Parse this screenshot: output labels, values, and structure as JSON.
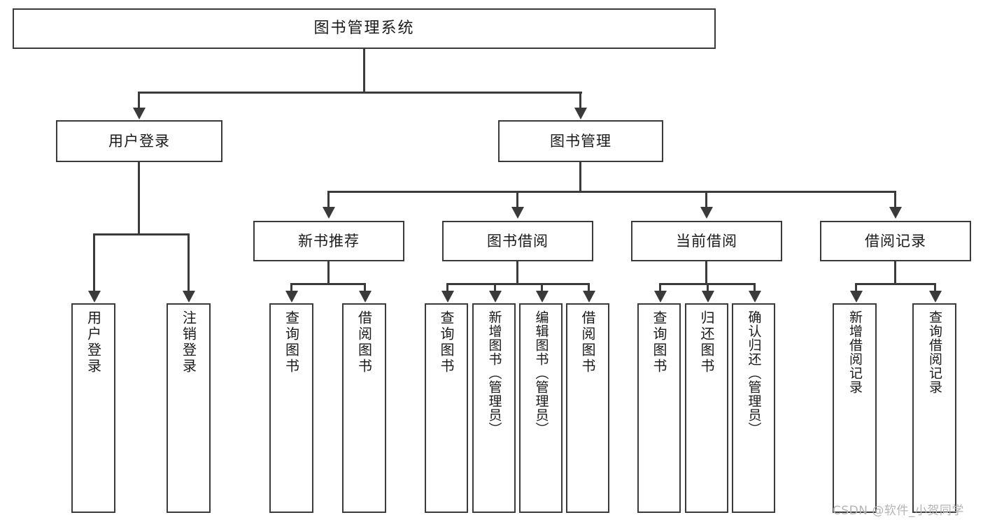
{
  "diagram": {
    "type": "tree-hierarchy",
    "title": "图书管理系统",
    "root": {
      "label": "图书管理系统"
    },
    "level1": [
      {
        "label": "用户登录"
      },
      {
        "label": "图书管理"
      }
    ],
    "level2": [
      {
        "label": "新书推荐",
        "parent": "图书管理"
      },
      {
        "label": "图书借阅",
        "parent": "图书管理"
      },
      {
        "label": "当前借阅",
        "parent": "图书管理"
      },
      {
        "label": "借阅记录",
        "parent": "图书管理"
      }
    ],
    "leaves": {
      "user_login": [
        {
          "label": "用户登录"
        },
        {
          "label": "注销登录"
        }
      ],
      "new_book_recommend": [
        {
          "label": "查询图书"
        },
        {
          "label": "借阅图书"
        }
      ],
      "book_borrow": [
        {
          "label": "查询图书"
        },
        {
          "label": "新增图书（管理员）"
        },
        {
          "label": "编辑图书（管理员）"
        },
        {
          "label": "借阅图书"
        }
      ],
      "current_borrow": [
        {
          "label": "查询图书"
        },
        {
          "label": "归还图书"
        },
        {
          "label": "确认归还（管理员）"
        }
      ],
      "borrow_record": [
        {
          "label": "新增借阅记录"
        },
        {
          "label": "查询借阅记录"
        }
      ]
    }
  },
  "watermark": {
    "text": "CSDN @软件_小贺同学"
  },
  "colors": {
    "stroke": "#3a3a3a",
    "background": "#ffffff",
    "text": "#1a1a1a",
    "watermark": "#b4b4b4"
  }
}
